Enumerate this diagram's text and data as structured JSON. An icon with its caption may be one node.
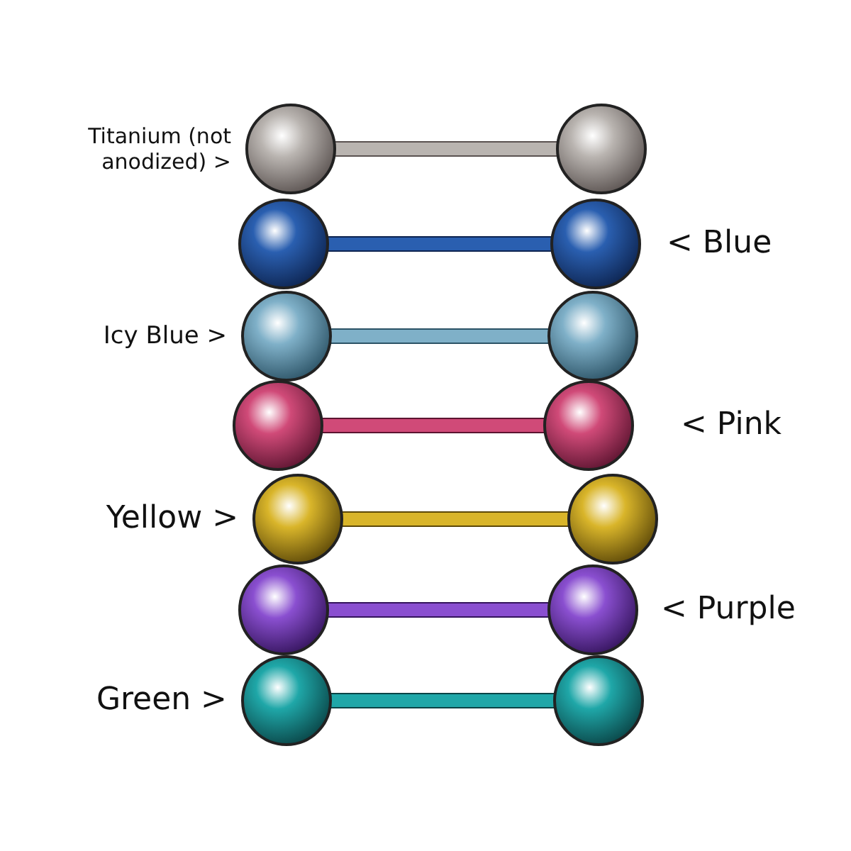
{
  "diagram": {
    "labels": [
      "Titanium (not anodized) >",
      "< Blue",
      "Icy Blue >",
      "< Pink",
      "Yellow >",
      "< Purple",
      "Green >"
    ]
  }
}
